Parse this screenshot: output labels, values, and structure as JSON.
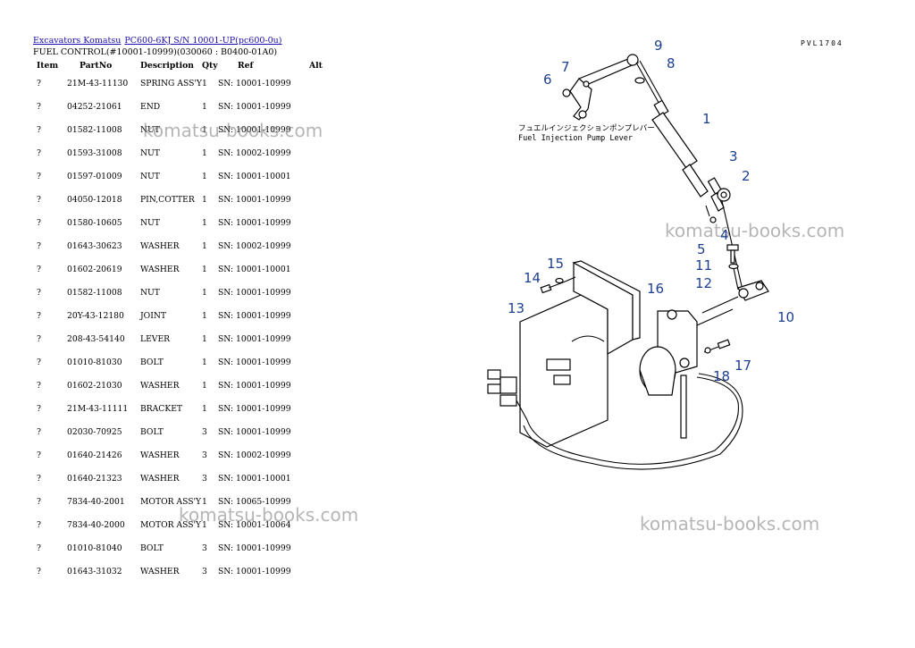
{
  "breadcrumb": {
    "link1": "Excavators Komatsu",
    "link2": "PC600-6KJ S/N 10001-UP(pc600-0u)"
  },
  "subtitle": "FUEL CONTROL(#10001-10999)(030060 : B0400-01A0)",
  "table": {
    "headers": {
      "item": "Item",
      "partno": "PartNo",
      "description": "Description",
      "qty": "Qty",
      "ref": "Ref",
      "alt": "Alt"
    },
    "rows": [
      {
        "item": "?",
        "partno": "21M-43-11130",
        "description": "SPRING ASS'Y",
        "qty": "1",
        "ref": "SN: 10001-10999"
      },
      {
        "item": "?",
        "partno": "04252-21061",
        "description": "END",
        "qty": "1",
        "ref": "SN: 10001-10999"
      },
      {
        "item": "?",
        "partno": "01582-11008",
        "description": "NUT",
        "qty": "1",
        "ref": "SN: 10001-10999"
      },
      {
        "item": "?",
        "partno": "01593-31008",
        "description": "NUT",
        "qty": "1",
        "ref": "SN: 10002-10999"
      },
      {
        "item": "?",
        "partno": "01597-01009",
        "description": "NUT",
        "qty": "1",
        "ref": "SN: 10001-10001"
      },
      {
        "item": "?",
        "partno": "04050-12018",
        "description": "PIN,COTTER",
        "qty": "1",
        "ref": "SN: 10001-10999"
      },
      {
        "item": "?",
        "partno": "01580-10605",
        "description": "NUT",
        "qty": "1",
        "ref": "SN: 10001-10999"
      },
      {
        "item": "?",
        "partno": "01643-30623",
        "description": "WASHER",
        "qty": "1",
        "ref": "SN: 10002-10999"
      },
      {
        "item": "?",
        "partno": "01602-20619",
        "description": "WASHER",
        "qty": "1",
        "ref": "SN: 10001-10001"
      },
      {
        "item": "?",
        "partno": "01582-11008",
        "description": "NUT",
        "qty": "1",
        "ref": "SN: 10001-10999"
      },
      {
        "item": "?",
        "partno": "20Y-43-12180",
        "description": "JOINT",
        "qty": "1",
        "ref": "SN: 10001-10999"
      },
      {
        "item": "?",
        "partno": "208-43-54140",
        "description": "LEVER",
        "qty": "1",
        "ref": "SN: 10001-10999"
      },
      {
        "item": "?",
        "partno": "01010-81030",
        "description": "BOLT",
        "qty": "1",
        "ref": "SN: 10001-10999"
      },
      {
        "item": "?",
        "partno": "01602-21030",
        "description": "WASHER",
        "qty": "1",
        "ref": "SN: 10001-10999"
      },
      {
        "item": "?",
        "partno": "21M-43-11111",
        "description": "BRACKET",
        "qty": "1",
        "ref": "SN: 10001-10999"
      },
      {
        "item": "?",
        "partno": "02030-70925",
        "description": "BOLT",
        "qty": "3",
        "ref": "SN: 10001-10999"
      },
      {
        "item": "?",
        "partno": "01640-21426",
        "description": "WASHER",
        "qty": "3",
        "ref": "SN: 10002-10999"
      },
      {
        "item": "?",
        "partno": "01640-21323",
        "description": "WASHER",
        "qty": "3",
        "ref": "SN: 10001-10001"
      },
      {
        "item": "?",
        "partno": "7834-40-2001",
        "description": "MOTOR ASS'Y",
        "qty": "1",
        "ref": "SN: 10065-10999"
      },
      {
        "item": "?",
        "partno": "7834-40-2000",
        "description": "MOTOR ASS'Y",
        "qty": "1",
        "ref": "SN: 10001-10064"
      },
      {
        "item": "?",
        "partno": "01010-81040",
        "description": "BOLT",
        "qty": "3",
        "ref": "SN: 10001-10999"
      },
      {
        "item": "?",
        "partno": "01643-31032",
        "description": "WASHER",
        "qty": "3",
        "ref": "SN: 10001-10999"
      }
    ]
  },
  "watermarks": [
    "komatsu-books.com",
    "komatsu-books.com",
    "komatsu-books.com",
    "komatsu-books.com"
  ],
  "diagram": {
    "code": "PVL1704",
    "label_jp": "フュエルインジェクションポンプレバー",
    "label_en": "Fuel Injection Pump Lever",
    "callouts": [
      "1",
      "2",
      "3",
      "4",
      "5",
      "6",
      "7",
      "8",
      "9",
      "10",
      "11",
      "12",
      "13",
      "14",
      "15",
      "16",
      "17",
      "18"
    ]
  },
  "colors": {
    "link": "#1a0dab",
    "callout": "#1e3f8f",
    "watermark": "#787878"
  }
}
